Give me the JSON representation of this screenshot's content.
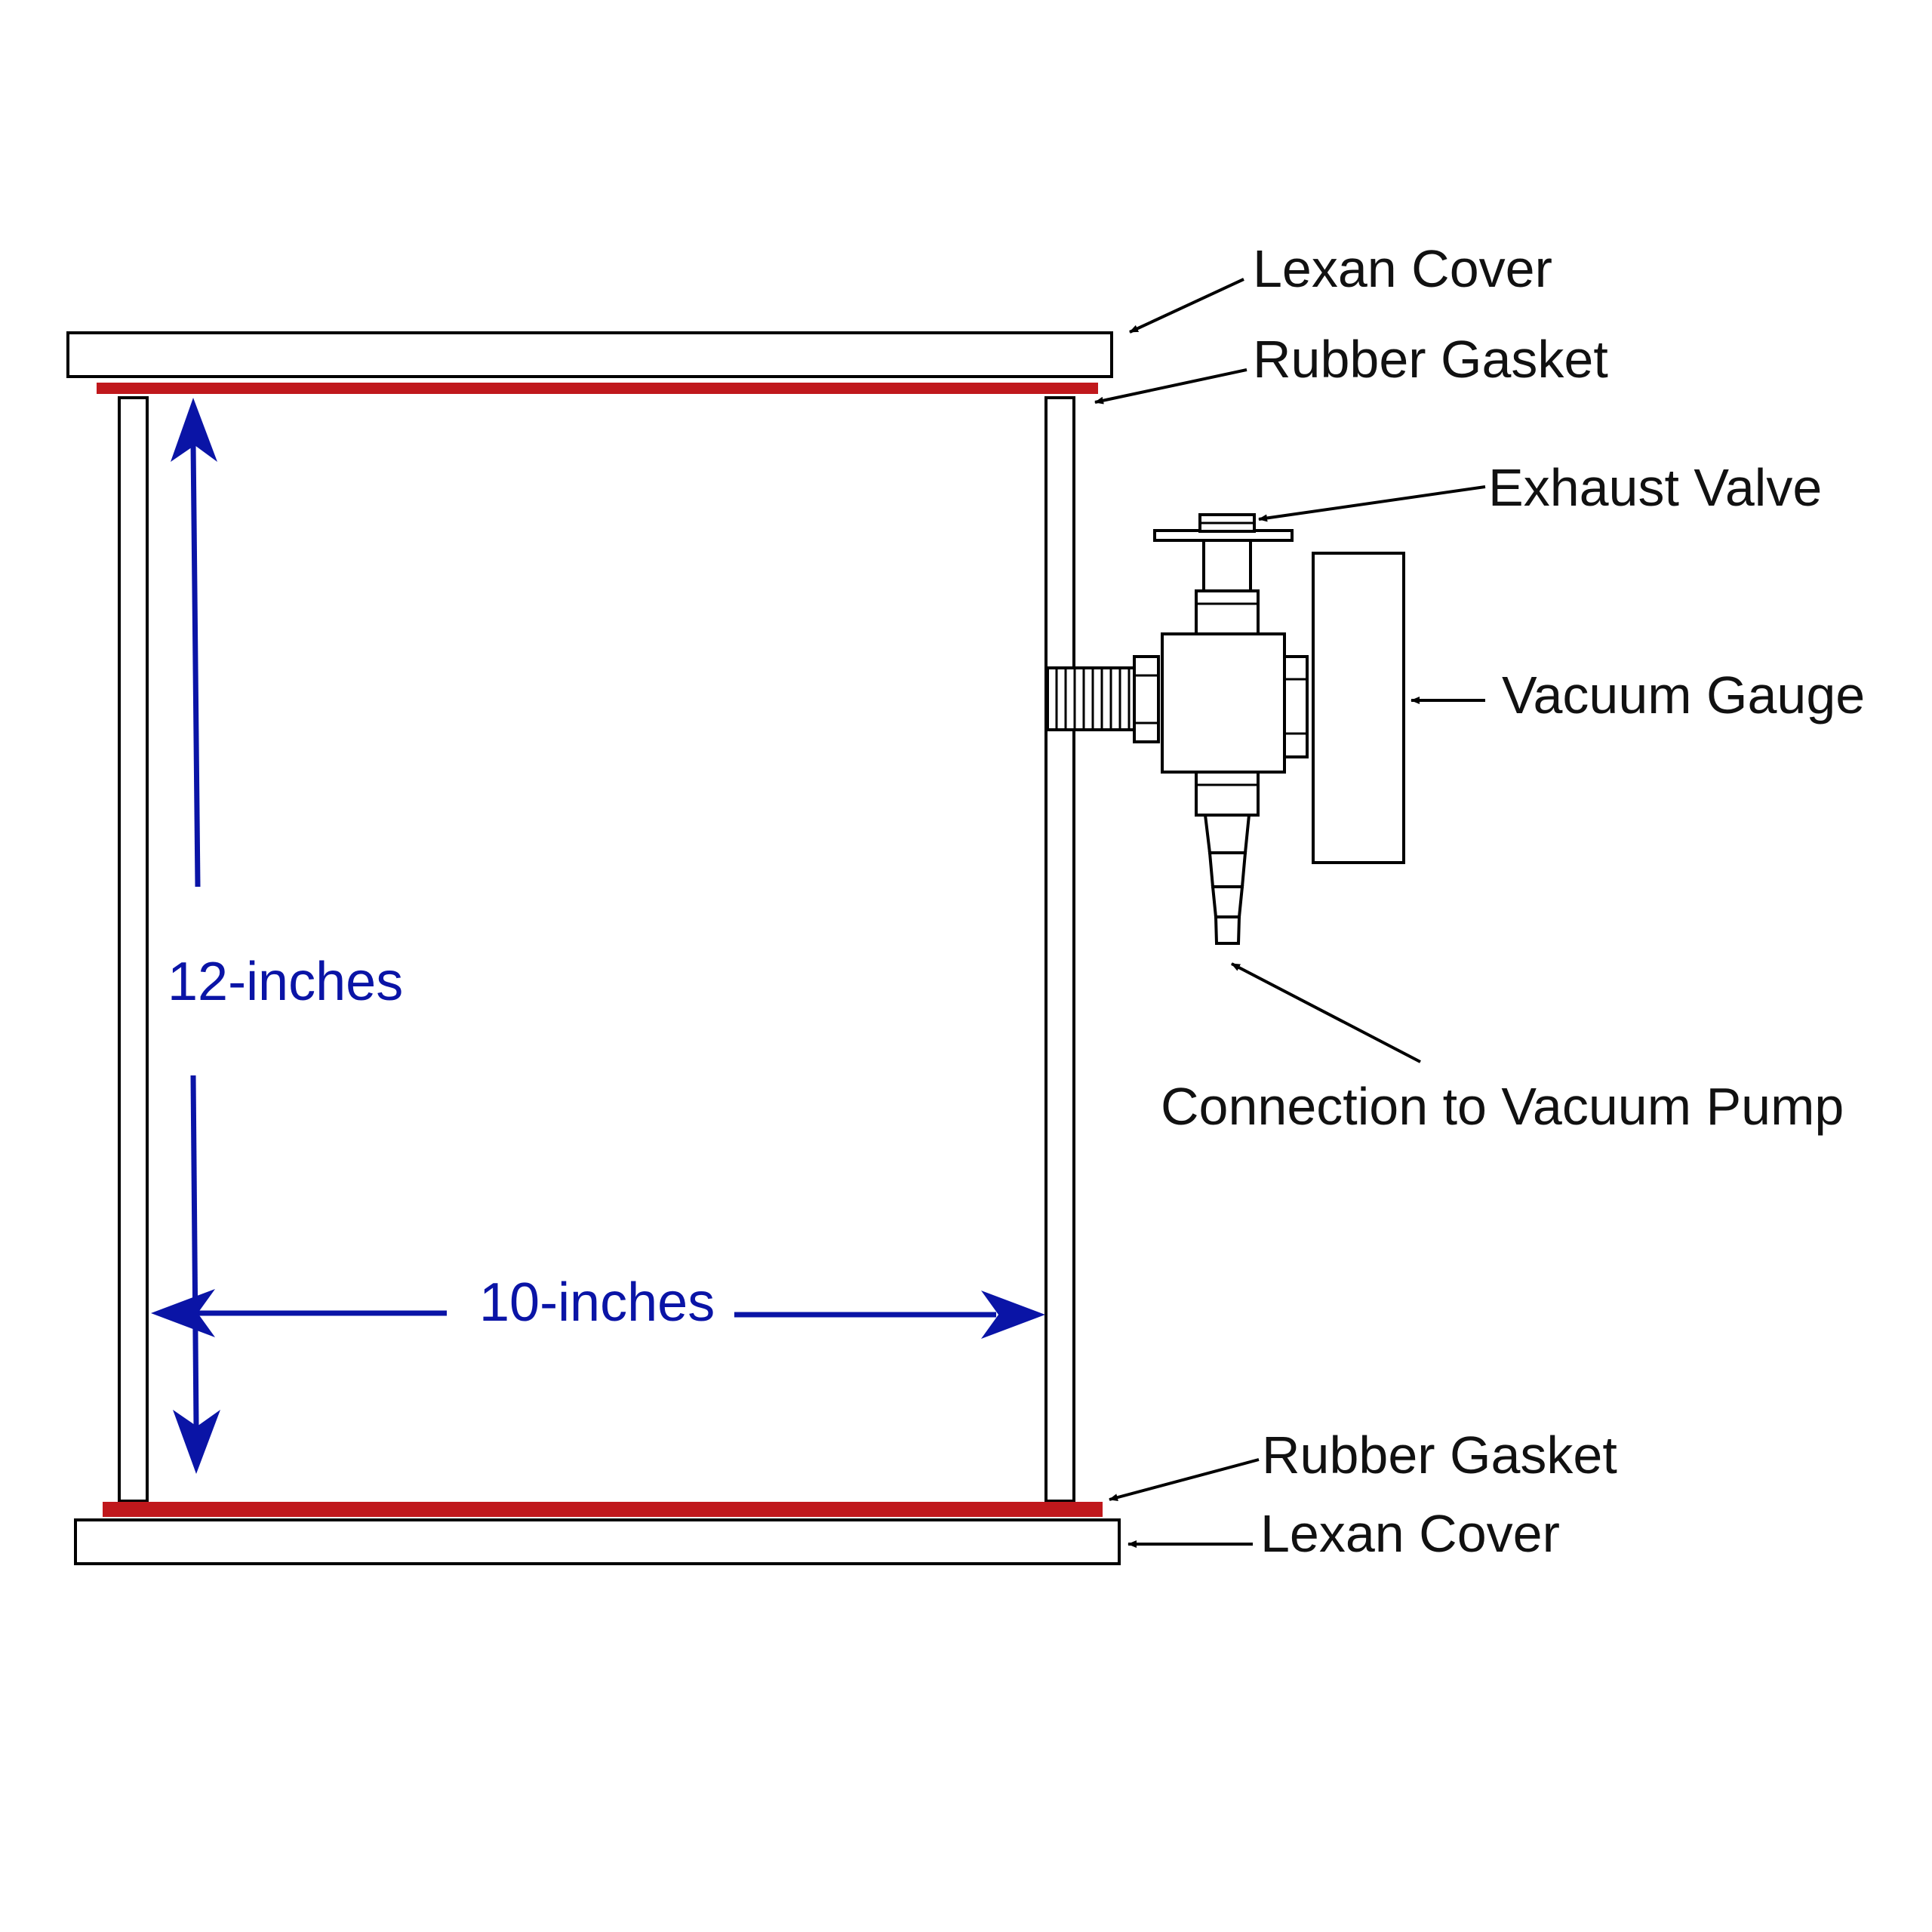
{
  "labels": {
    "top_cover": "Lexan Cover",
    "top_gasket": "Rubber Gasket",
    "exhaust_valve": "Exhaust Valve",
    "vacuum_gauge": "Vacuum Gauge",
    "pump_connection": "Connection to Vacuum Pump",
    "bottom_gasket": "Rubber Gasket",
    "bottom_cover": "Lexan Cover"
  },
  "dimensions": {
    "height": "12-inches",
    "width": "10-inches"
  },
  "colors": {
    "gasket": "#c0181c",
    "dimension": "#0a14a6",
    "outline": "#000000",
    "background": "#ffffff"
  }
}
